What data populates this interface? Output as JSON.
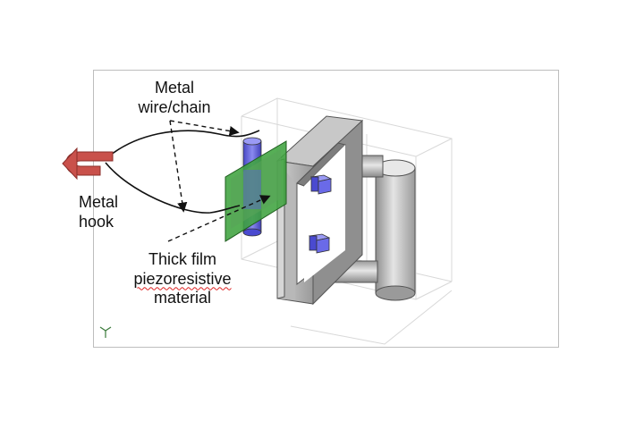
{
  "labels": {
    "wire_line1": "Metal",
    "wire_line2": "wire/chain",
    "hook_line1": "Metal",
    "hook_line2": "hook",
    "film_line1": "Thick film",
    "film_line2": "piezoresistive",
    "film_line3": "material"
  },
  "colors": {
    "hook": "#c9514b",
    "film": "#3fa33f",
    "posts": "#5a5ad8",
    "frame": "#a8a8a8"
  },
  "icons": [
    "hook-arrow-icon",
    "axis-triad-icon"
  ]
}
